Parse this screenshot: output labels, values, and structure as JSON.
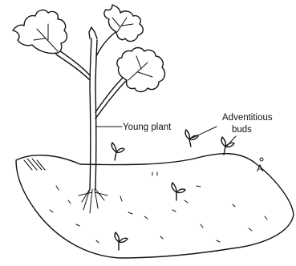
{
  "labels": {
    "young_plant": "Young plant",
    "adventitious_buds_line1": "Adventitious",
    "adventitious_buds_line2": "buds",
    "marker": "A"
  },
  "colors": {
    "ink": "#111111",
    "background": "#ffffff"
  }
}
